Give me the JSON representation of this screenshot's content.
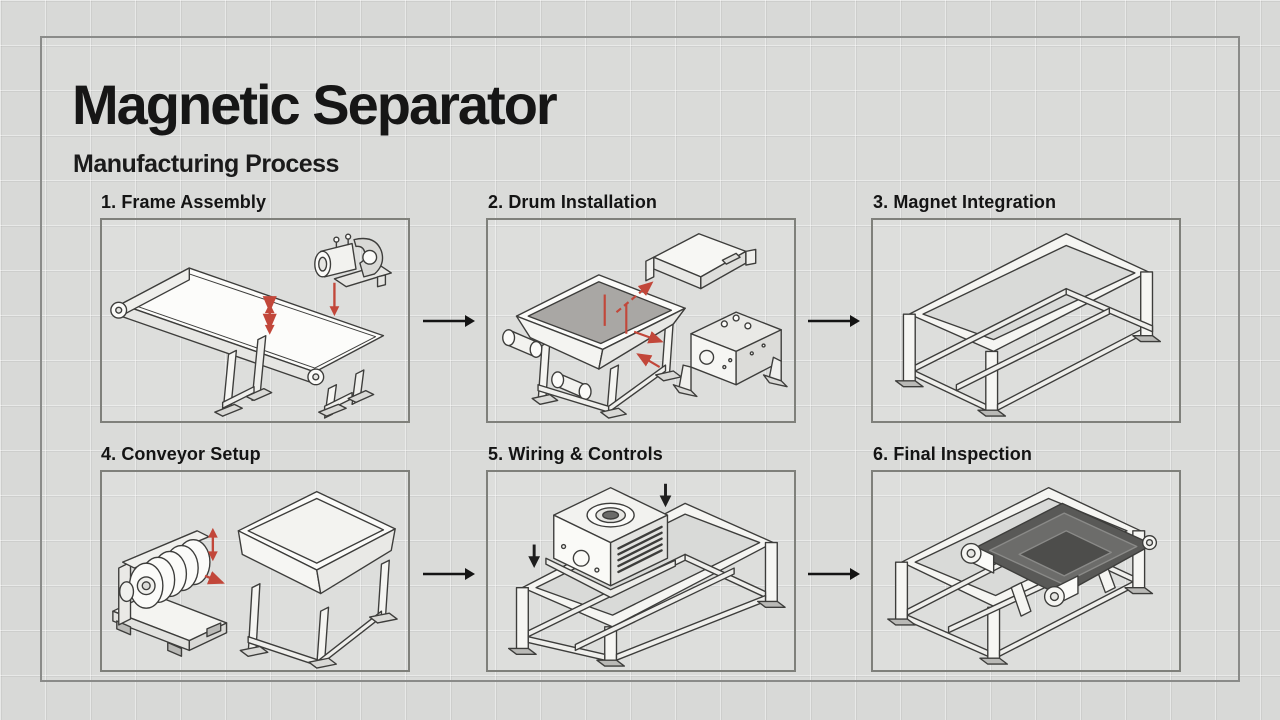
{
  "page": {
    "title": "Magnetic Separator",
    "subtitle": "Manufacturing Process"
  },
  "steps": [
    {
      "number": 1,
      "label": "1. Frame Assembly",
      "illustration": "conveyor-with-motor-being-mounted"
    },
    {
      "number": 2,
      "label": "2. Drum Installation",
      "illustration": "hopper-tray-with-chassis-and-control-box"
    },
    {
      "number": 3,
      "label": "3. Magnet Integration",
      "illustration": "rectangular-steel-frame"
    },
    {
      "number": 4,
      "label": "4. Conveyor Setup",
      "illustration": "magnetic-drum-next-to-tray-stand"
    },
    {
      "number": 5,
      "label": "5. Wiring & Controls",
      "illustration": "machine-unit-on-frame-with-fasteners"
    },
    {
      "number": 6,
      "label": "6. Final Inspection",
      "illustration": "assembled-separator-with-dark-belt"
    }
  ],
  "flow": {
    "arrows": [
      {
        "from": 1,
        "to": 2,
        "direction": "right"
      },
      {
        "from": 2,
        "to": 3,
        "direction": "right"
      },
      {
        "from": 4,
        "to": 5,
        "direction": "right"
      },
      {
        "from": 5,
        "to": 6,
        "direction": "right"
      }
    ]
  },
  "colors": {
    "background": "#d8d9d7",
    "outer_border": "#8a8b89",
    "panel_border": "#7f807b",
    "text": "#161616",
    "line_art": "#3d3d3b",
    "accent_red": "#c2473a",
    "tray_gray": "#a9a7a4",
    "belt_dark": "#595957"
  }
}
